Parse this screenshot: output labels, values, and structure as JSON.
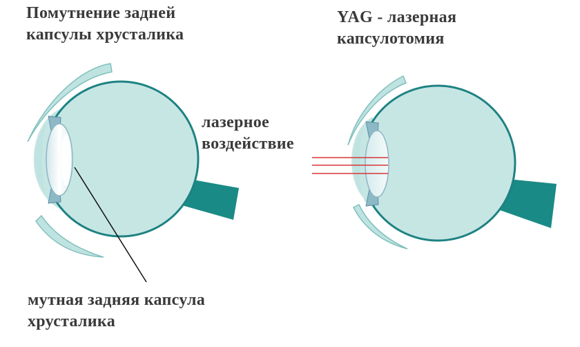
{
  "left_panel": {
    "title_line1": "Помутнение задней",
    "title_line2": "капсулы хрусталика",
    "callout_line1": "мутная задняя капсула",
    "callout_line2": "хрусталика"
  },
  "right_panel": {
    "title_line1": "YAG - лазерная",
    "title_line2": "капсулотомия"
  },
  "center": {
    "laser_line1": "лазерное",
    "laser_line2": "воздействие"
  },
  "colors": {
    "eye_fill": "#c6e6e4",
    "eye_outline": "#1e8282",
    "nerve": "#1a8a86",
    "laser": "#d9343a",
    "text": "#3a3a3a"
  }
}
